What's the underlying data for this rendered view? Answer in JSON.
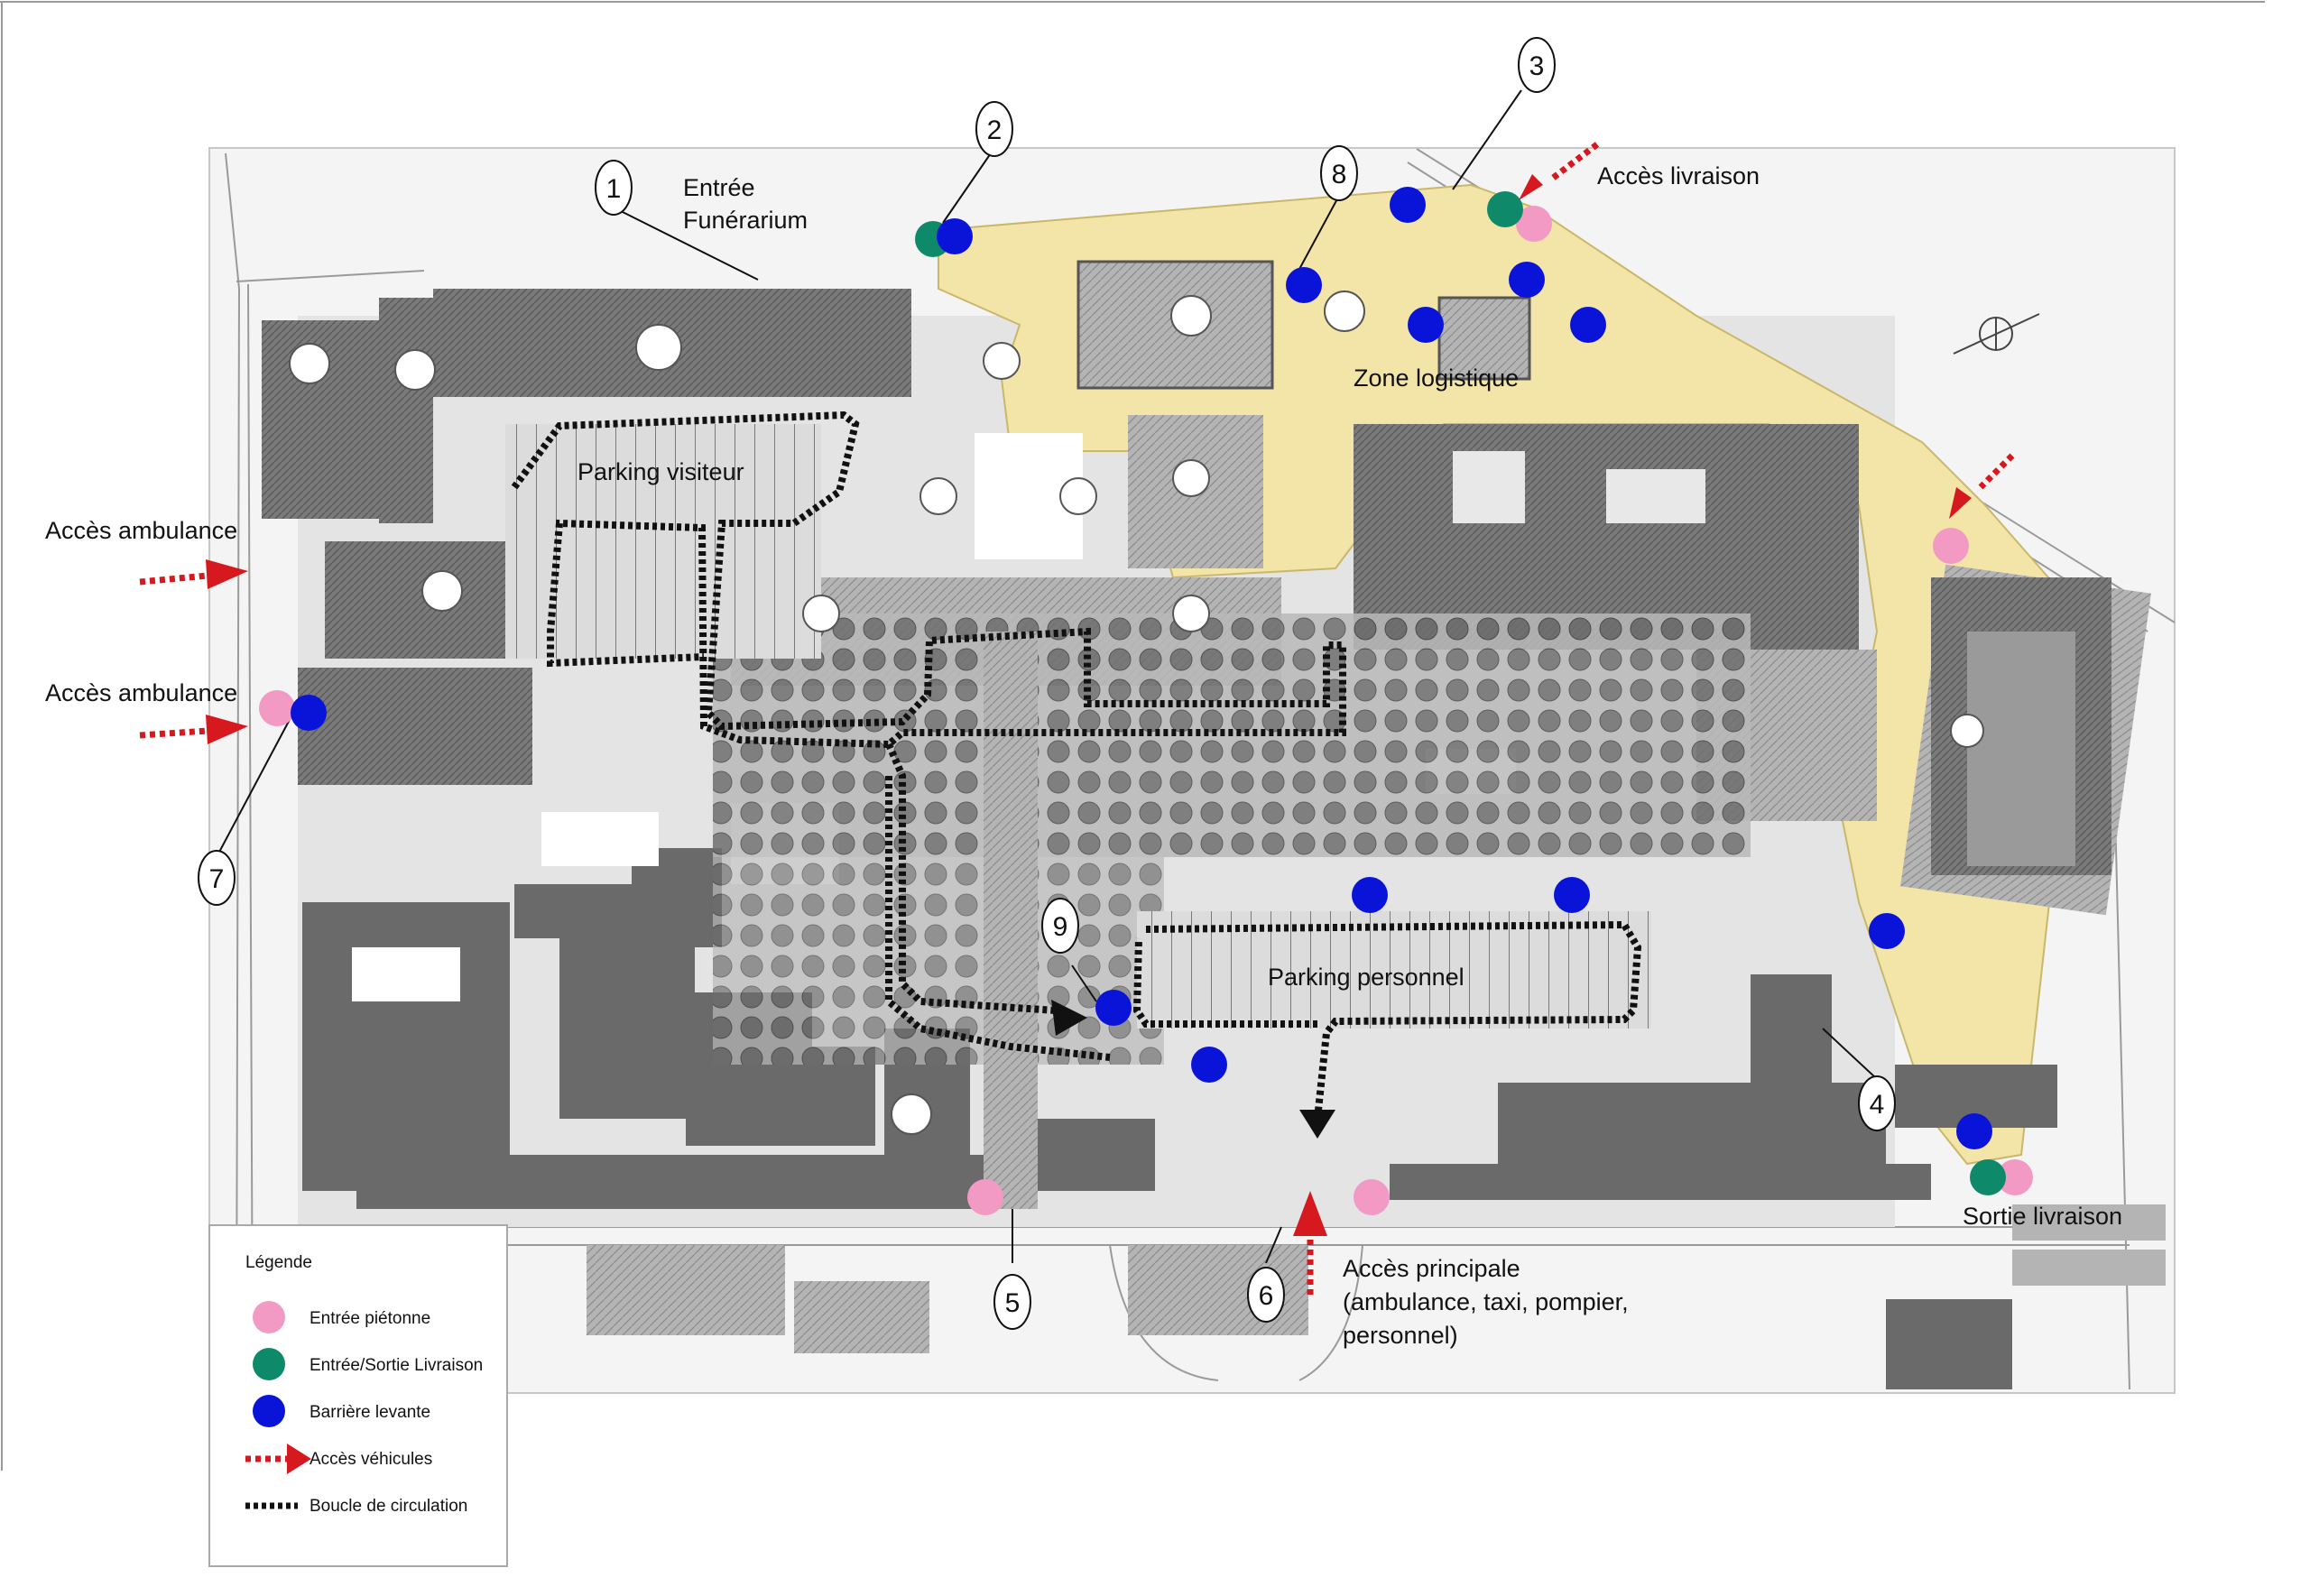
{
  "labels": {
    "entree_funerarium": [
      "Entrée",
      "Funérarium"
    ],
    "acces_livraison": "Accès livraison",
    "zone_logistique": "Zone logistique",
    "parking_visiteur": "Parking visiteur",
    "parking_personnel": "Parking personnel",
    "acces_ambulance_1": "Accès ambulance",
    "acces_ambulance_2": "Accès ambulance",
    "sortie_livraison": "Sortie livraison",
    "acces_principale": [
      "Accès principale",
      "(ambulance, taxi, pompier,",
      "personnel)"
    ]
  },
  "markers": [
    "1",
    "2",
    "3",
    "4",
    "5",
    "6",
    "7",
    "8",
    "9"
  ],
  "legend": {
    "title": "Légende",
    "items": [
      {
        "label": "Entrée piétonne",
        "symbol": "pink-dot"
      },
      {
        "label": "Entrée/Sortie Livraison",
        "symbol": "green-dot"
      },
      {
        "label": "Barrière levante",
        "symbol": "blue-dot"
      },
      {
        "label": "Accès véhicules",
        "symbol": "red-dashed-arrow"
      },
      {
        "label": "Boucle de circulation",
        "symbol": "black-dashed-line"
      }
    ]
  },
  "colors": {
    "pedestrian_entry": "#f39ac4",
    "delivery": "#0e8a6a",
    "barrier": "#0a14d8",
    "vehicle_access": "#d6181f",
    "circulation_loop": "#111111",
    "logistics_zone": "#f3e5a8",
    "building": "#6f6f6f",
    "building_light": "#9a9a9a"
  }
}
